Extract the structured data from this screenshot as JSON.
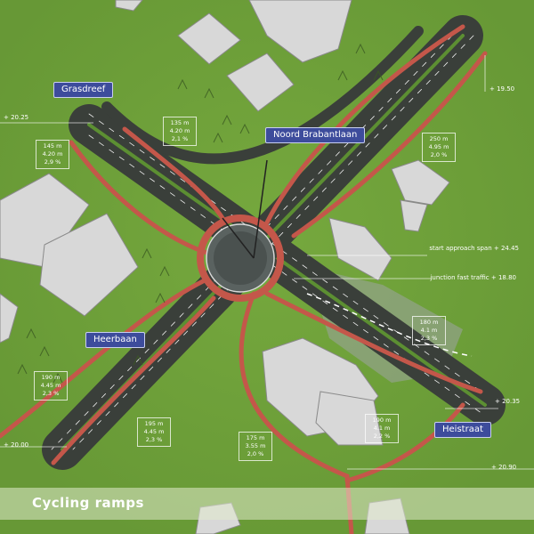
{
  "streets": {
    "grasdreef": "Grasdreef",
    "noord_brabantlaan": "Noord Brabantlaan",
    "heerbaan": "Heerbaan",
    "heistraat": "Heistraat"
  },
  "ramp_stats": {
    "nw_left": [
      "145 m",
      "4.20 m",
      "2,9 %"
    ],
    "nw_top": [
      "135 m",
      "4.20 m",
      "2,1 %"
    ],
    "ne": [
      "250 m",
      "4.95 m",
      "2,0 %"
    ],
    "se_mid": [
      "180 m",
      "4.1 m",
      "2,3 %"
    ],
    "sw_left": [
      "190 m",
      "4.45 m",
      "2,3 %"
    ],
    "sw_mid": [
      "195 m",
      "4.45 m",
      "2,3 %"
    ],
    "s_mid": [
      "175 m",
      "3.55 m",
      "2,0 %"
    ],
    "se_low": [
      "190 m",
      "4.1 m",
      "2,2 %"
    ]
  },
  "elevations": {
    "nw": "+ 20.25",
    "ne": "+ 19.50",
    "se": "+ 20.35",
    "sw": "+ 20.00",
    "s": "+ 20.90"
  },
  "callouts": {
    "approach_span": "start approach span + 24.45",
    "junction_traffic": "junction fast traffic + 18.80"
  },
  "banner": {
    "title": "Cycling ramps"
  }
}
